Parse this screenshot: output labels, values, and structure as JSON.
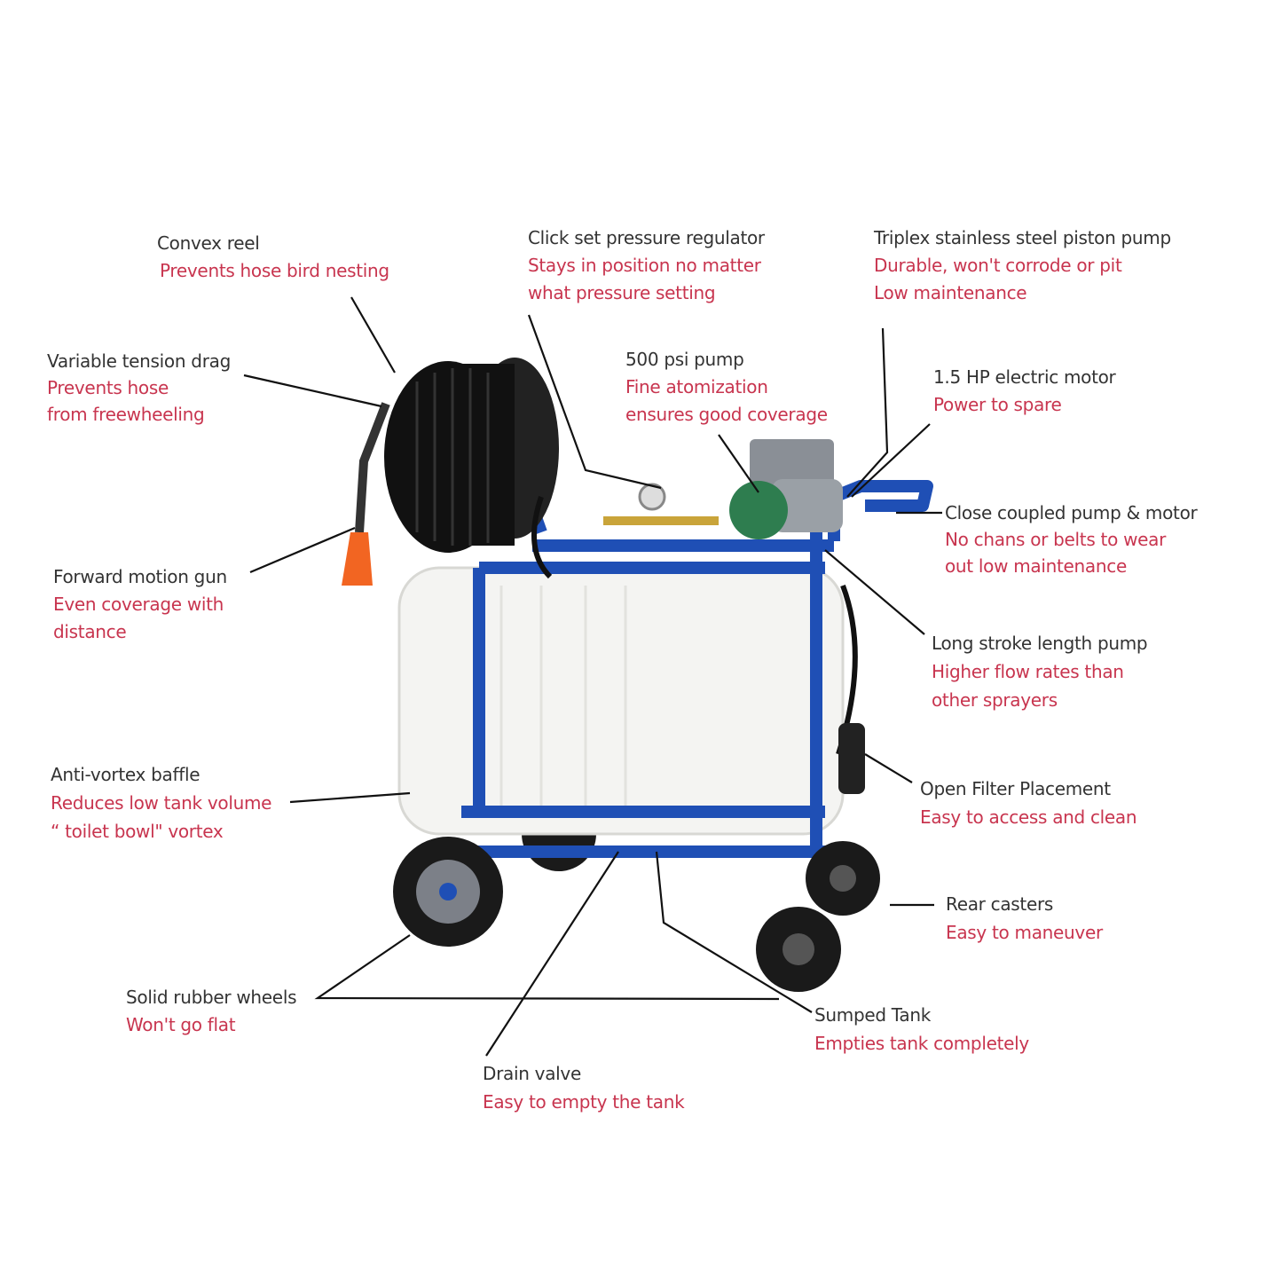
{
  "colors": {
    "title_text": "#333333",
    "description_text": "#c8354f",
    "frame": "#1f4fb5",
    "tank": "#f4f4f2",
    "leader_line": "#111111"
  },
  "callouts": [
    {
      "id": "convex-reel",
      "title": "Convex reel",
      "lines": [
        "Prevents hose bird nesting"
      ]
    },
    {
      "id": "pressure-regulator",
      "title": "Click set pressure regulator",
      "lines": [
        "Stays in position no matter",
        "what pressure setting"
      ]
    },
    {
      "id": "triplex-pump",
      "title": "Triplex stainless steel piston pump",
      "lines": [
        "Durable, won't corrode or pit",
        "Low maintenance"
      ]
    },
    {
      "id": "tension-drag",
      "title": "Variable tension drag",
      "lines": [
        "Prevents hose",
        "from freewheeling"
      ]
    },
    {
      "id": "psi-pump",
      "title": "500 psi pump",
      "lines": [
        "Fine atomization",
        "ensures good coverage"
      ]
    },
    {
      "id": "electric-motor",
      "title": "1.5 HP electric motor",
      "lines": [
        "Power to spare"
      ]
    },
    {
      "id": "close-coupled",
      "title": "Close coupled pump & motor",
      "lines": [
        "No chans or belts to wear",
        "out low maintenance"
      ]
    },
    {
      "id": "forward-gun",
      "title": "Forward motion gun",
      "lines": [
        "Even coverage with",
        "distance"
      ]
    },
    {
      "id": "long-stroke",
      "title": "Long stroke length pump",
      "lines": [
        "Higher flow rates than",
        "other sprayers"
      ]
    },
    {
      "id": "anti-vortex",
      "title": "Anti-vortex baffle",
      "lines": [
        "Reduces low tank volume",
        "“ toilet bowl\" vortex"
      ]
    },
    {
      "id": "open-filter",
      "title": "Open Filter Placement",
      "lines": [
        "Easy to access and clean"
      ]
    },
    {
      "id": "rear-casters",
      "title": "Rear casters",
      "lines": [
        "Easy to maneuver"
      ]
    },
    {
      "id": "rubber-wheels",
      "title": "Solid rubber wheels",
      "lines": [
        "Won't go flat"
      ]
    },
    {
      "id": "sumped-tank",
      "title": "Sumped Tank",
      "lines": [
        "Empties tank completely"
      ]
    },
    {
      "id": "drain-valve",
      "title": "Drain valve",
      "lines": [
        "Easy to empty the tank"
      ]
    }
  ]
}
